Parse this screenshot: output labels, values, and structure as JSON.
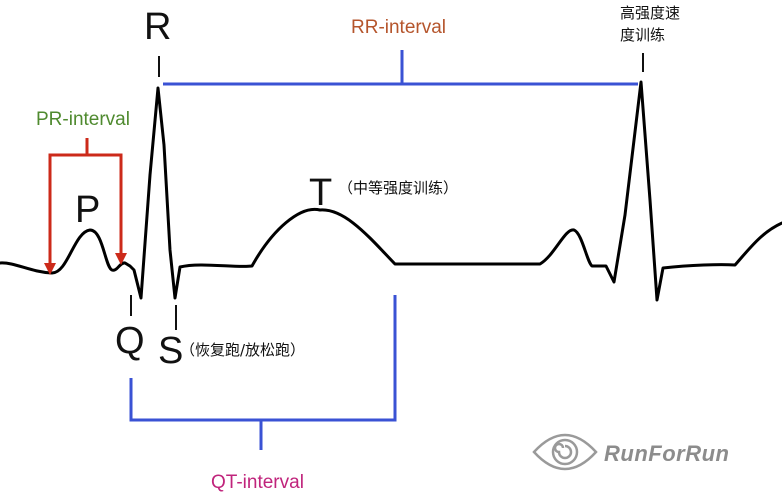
{
  "labels": {
    "p": "P",
    "q": "Q",
    "r": "R",
    "s": "S",
    "t": "T"
  },
  "intervals": {
    "pr": "PR-interval",
    "rr": "RR-interval",
    "qt": "QT-interval"
  },
  "annotations": {
    "r_peak_line1": "高强度速",
    "r_peak_line2": "度训练",
    "t_wave": "（中等强度训练）",
    "s_wave": "（恢复跑/放松跑）"
  },
  "brand": {
    "name": "RunForRun",
    "logo_icon": "eye-spiral-icon"
  },
  "colors": {
    "trace": "#000000",
    "pr_bracket": "#cc2a1a",
    "pr_label": "#4f8a2f",
    "rr_bracket": "#3a52d4",
    "rr_label": "#b5552c",
    "qt_bracket": "#3a52d4",
    "qt_label": "#c0247c"
  }
}
